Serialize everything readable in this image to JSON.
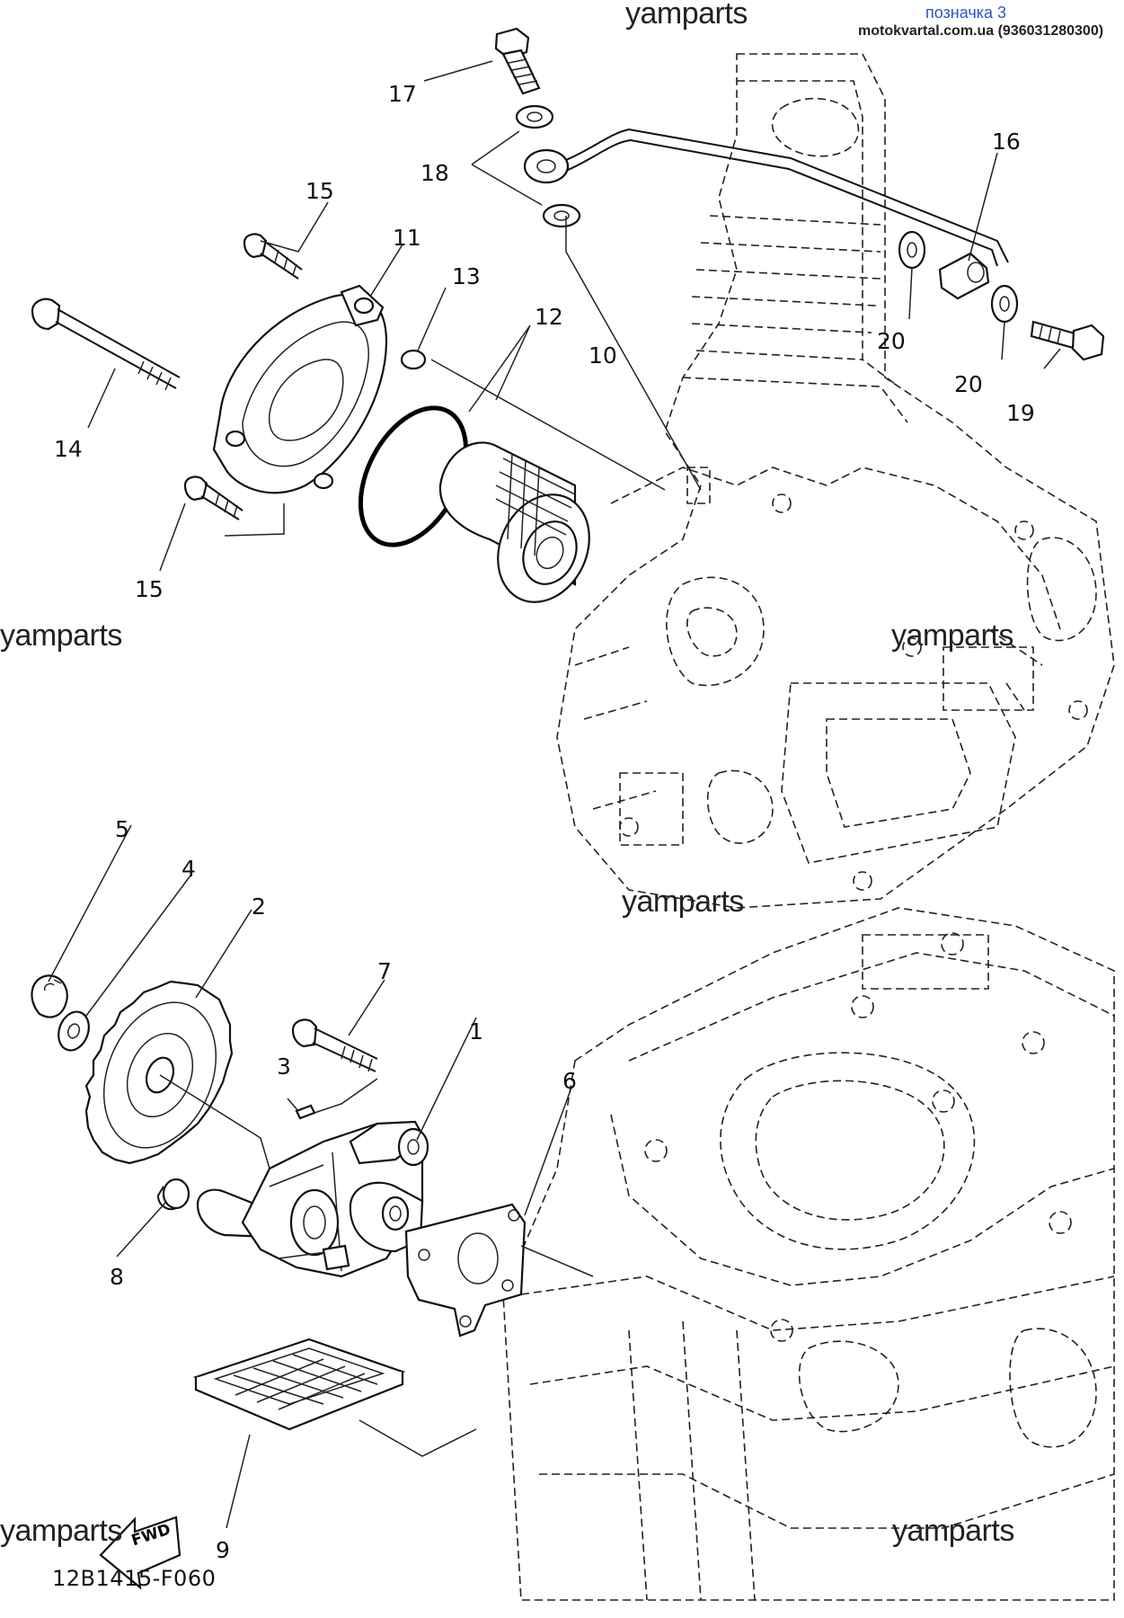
{
  "header": {
    "ref_label": "позначка 3",
    "source": "motokvartal.com.ua (936031280300)"
  },
  "watermarks": [
    "yamparts",
    "yamparts",
    "yamparts",
    "yamparts",
    "yamparts",
    "yamparts"
  ],
  "diagram_code": "12B1415-F060",
  "fwd_label": "FWD",
  "callouts": {
    "c1": "1",
    "c2": "2",
    "c3": "3",
    "c4": "4",
    "c5": "5",
    "c6": "6",
    "c7": "7",
    "c8": "8",
    "c9": "9",
    "c10": "10",
    "c11": "11",
    "c12": "12",
    "c13": "13",
    "c14": "14",
    "c15a": "15",
    "c15b": "15",
    "c16": "16",
    "c17": "17",
    "c18": "18",
    "c19": "19",
    "c20a": "20",
    "c20b": "20"
  }
}
